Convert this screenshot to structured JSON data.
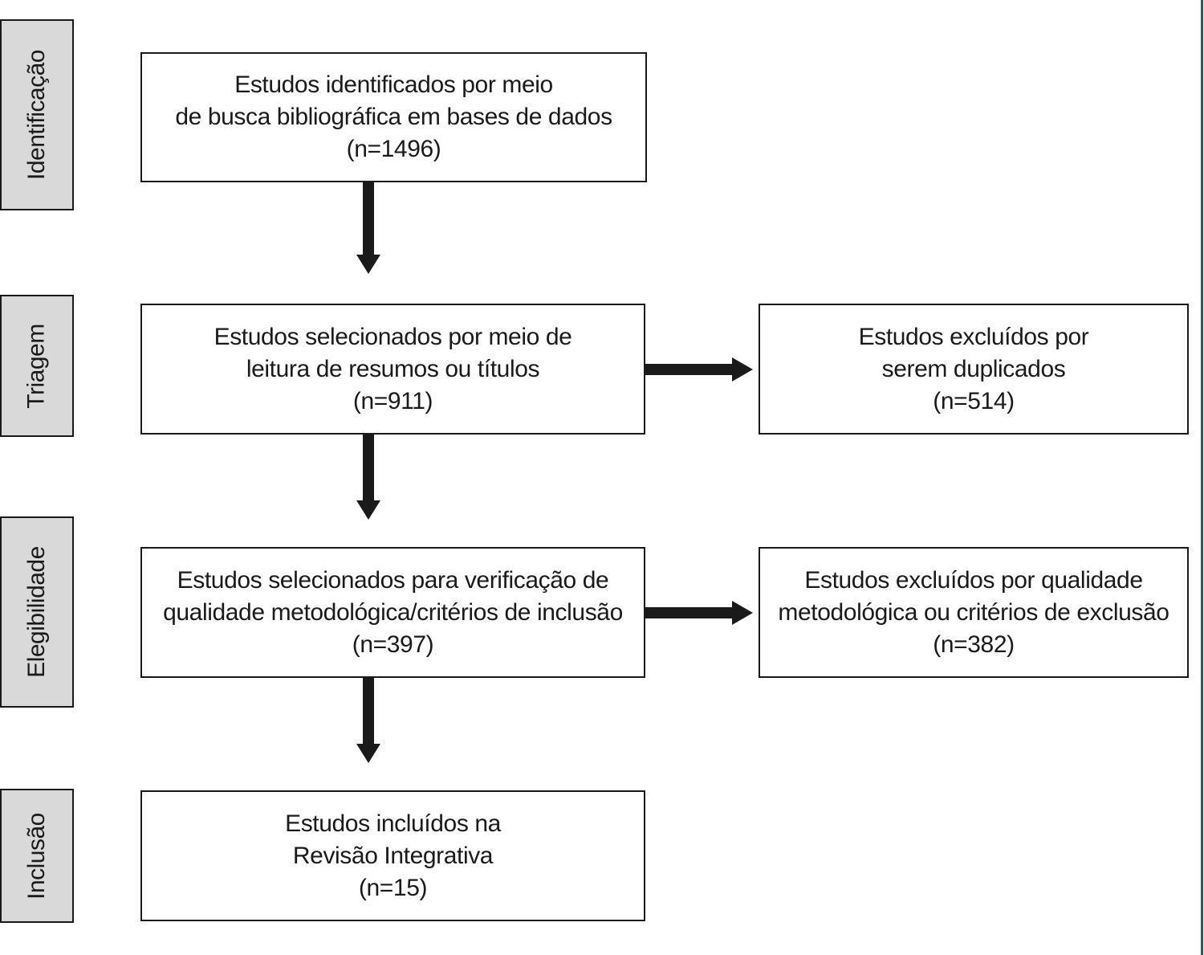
{
  "stages": {
    "identificacao": "Identificação",
    "triagem": "Triagem",
    "elegibilidade": "Elegibilidade",
    "inclusao": "Inclusão"
  },
  "boxes": {
    "identified": {
      "lines": [
        "Estudos identificados por meio",
        "de busca bibliográfica em bases de dados",
        "(n=1496)"
      ]
    },
    "screened": {
      "lines": [
        "Estudos selecionados por meio de",
        "leitura de resumos ou títulos",
        "(n=911)"
      ]
    },
    "excluded_duplicates": {
      "lines": [
        "Estudos excluídos por",
        "serem duplicados",
        "(n=514)"
      ]
    },
    "eligibility": {
      "lines": [
        "Estudos selecionados para verificação de",
        "qualidade metodológica/critérios de inclusão",
        "(n=397)"
      ]
    },
    "excluded_quality": {
      "lines": [
        "Estudos excluídos por qualidade",
        "metodológica ou critérios de exclusão",
        "(n=382)"
      ]
    },
    "included": {
      "lines": [
        "Estudos incluídos na",
        "Revisão Integrativa",
        "(n=15)"
      ]
    }
  },
  "colors": {
    "stage_fill": "#d9d9d9",
    "border": "#1a1a1a",
    "arrow": "#1a1a1a",
    "accent_rule": "#2f5d55"
  }
}
